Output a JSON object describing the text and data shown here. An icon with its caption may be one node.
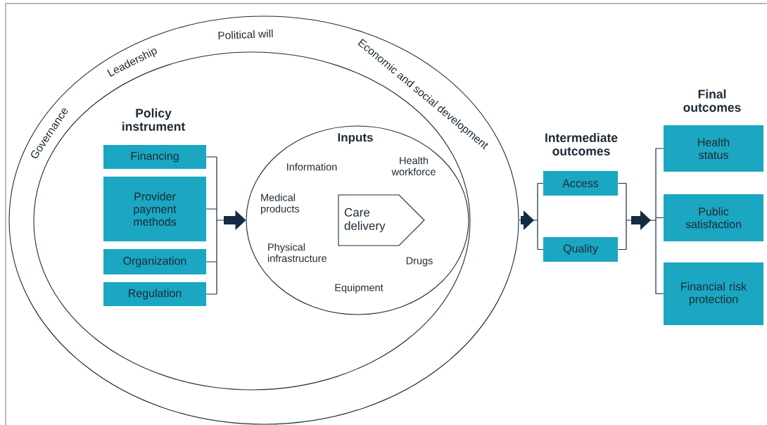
{
  "diagram": {
    "nodes": [
      {
        "text": [
          "Governance",
          "Leadership",
          "Political will",
          "Economic and social development"
        ]
      },
      {
        "text": [],
        "shape": "ellipse",
        "in": 0
      },
      {
        "text": [
          "Financing"
        ],
        "in": 1
      },
      {
        "text": [
          "Provider payment methods"
        ],
        "in": 1
      },
      {
        "text": [
          "Organization"
        ],
        "in": 1
      },
      {
        "text": [
          "Regulation"
        ],
        "in": 1
      },
      {
        "text": [
          "Inputs",
          "Information",
          "Health workforce",
          "Medical products",
          "Physical infrastructure",
          "Drugs",
          "Equipment"
        ],
        "in": 1
      },
      {
        "text": [
          "Care delivery"
        ],
        "in": 6
      },
      {
        "text": [
          "Access"
        ]
      },
      {
        "text": [
          "Quality"
        ]
      },
      {
        "text": [
          "Health status"
        ]
      },
      {
        "text": [
          "Public satisfaction"
        ]
      },
      {
        "text": [
          "Financial risk protection"
        ]
      }
    ],
    "edges": [
      {
        "from": 2,
        "to": 6,
        "arrow": "to"
      },
      {
        "from": 3,
        "to": 6,
        "arrow": "to"
      },
      {
        "from": 4,
        "to": 6,
        "arrow": "to"
      },
      {
        "from": 5,
        "to": 6,
        "arrow": "to"
      },
      {
        "from": 0,
        "to": 8,
        "arrow": "to"
      },
      {
        "from": 0,
        "to": 9,
        "arrow": "to"
      },
      {
        "from": 8,
        "to": 10,
        "arrow": "to"
      },
      {
        "from": 8,
        "to": 11,
        "arrow": "to"
      },
      {
        "from": 8,
        "to": 12,
        "arrow": "to"
      },
      {
        "from": 9,
        "to": 10,
        "arrow": "to"
      },
      {
        "from": 9,
        "to": 11,
        "arrow": "to"
      },
      {
        "from": 9,
        "to": 12,
        "arrow": "to"
      }
    ],
    "labels": [
      "Policy instrument",
      "Intermediate outcomes",
      "Final outcomes"
    ]
  }
}
